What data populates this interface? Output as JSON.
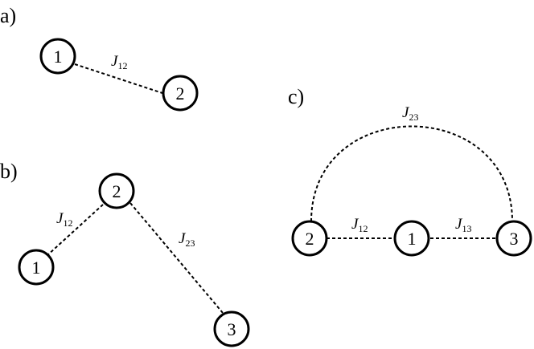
{
  "panels": {
    "a": {
      "label": "a)",
      "nodes": [
        "1",
        "2"
      ],
      "edges": [
        {
          "symbol": "J",
          "sub": "12"
        }
      ]
    },
    "b": {
      "label": "b)",
      "nodes": [
        "1",
        "2",
        "3"
      ],
      "edges": [
        {
          "symbol": "J",
          "sub": "12"
        },
        {
          "symbol": "J",
          "sub": "23"
        }
      ]
    },
    "c": {
      "label": "c)",
      "nodes": [
        "2",
        "1",
        "3"
      ],
      "edges": [
        {
          "symbol": "J",
          "sub": "23"
        },
        {
          "symbol": "J",
          "sub": "12"
        },
        {
          "symbol": "J",
          "sub": "13"
        }
      ]
    }
  },
  "style": {
    "line_color": "#000000",
    "node_fill": "#ffffff"
  }
}
